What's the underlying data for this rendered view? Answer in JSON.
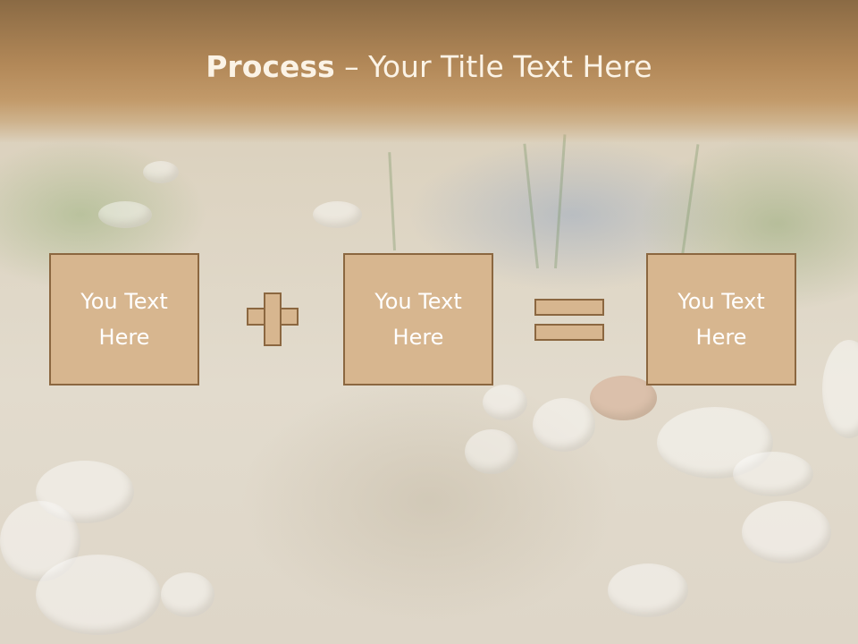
{
  "slide": {
    "title_bold": "Process",
    "title_rest": " – Your Title Text Here",
    "boxes": [
      {
        "line1": "You Text",
        "line2": "Here"
      },
      {
        "line1": "You Text",
        "line2": "Here"
      },
      {
        "line1": "You Text",
        "line2": "Here"
      }
    ],
    "operators": [
      "plus",
      "equals"
    ]
  },
  "colors": {
    "title_bar": "#b28858",
    "box_fill": "#d7b68f",
    "box_border": "#8b6740",
    "text": "#ffffff"
  }
}
